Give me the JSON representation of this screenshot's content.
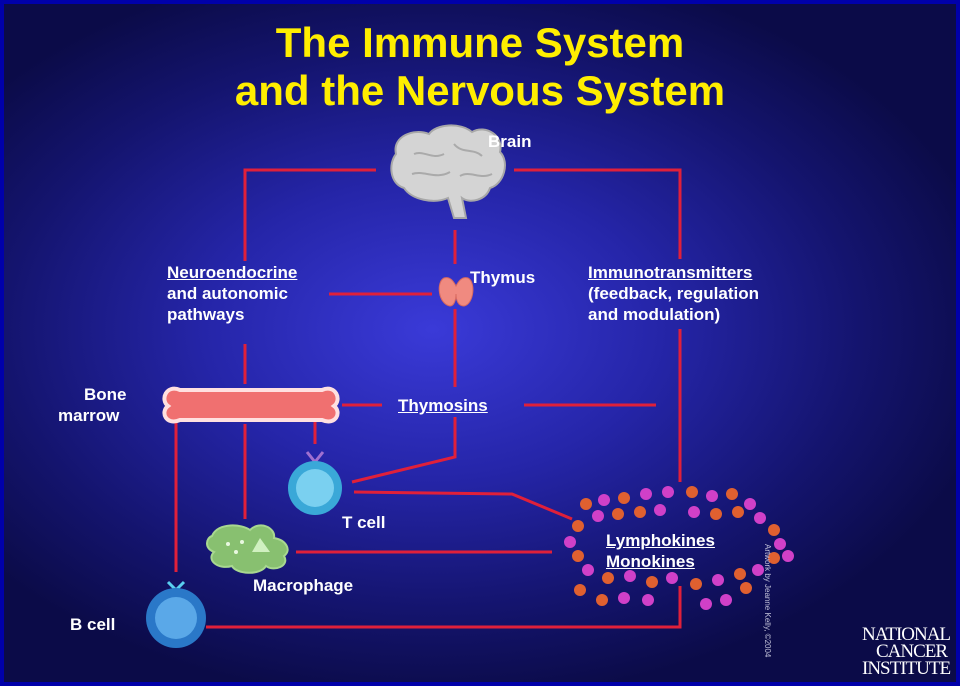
{
  "title": {
    "line1": "The Immune System",
    "line2": "and the Nervous System"
  },
  "labels": {
    "brain": "Brain",
    "thymus": "Thymus",
    "neuro_line1": "Neuroendocrine",
    "neuro_line2": "and autonomic",
    "neuro_line3": "pathways",
    "immuno_line1": "Immunotransmitters",
    "immuno_line2": "(feedback, regulation",
    "immuno_line3": "and modulation)",
    "bone_line1": "Bone",
    "bone_line2": "marrow",
    "thymosins": "Thymosins",
    "tcell": "T cell",
    "macrophage": "Macrophage",
    "bcell": "B cell",
    "lympho_line1": "Lymphokines",
    "lympho_line2": "Monokines"
  },
  "credit": "Artwork by Jeanne Kelly, ©2004",
  "logo": {
    "line1": "NATIONAL",
    "line2": "CANCER",
    "line3": "INSTITUTE"
  },
  "colors": {
    "title": "#ffee00",
    "connector": "#e0203a",
    "label": "#ffffff",
    "dot_orange": "#e06030",
    "dot_magenta": "#d040c8"
  }
}
